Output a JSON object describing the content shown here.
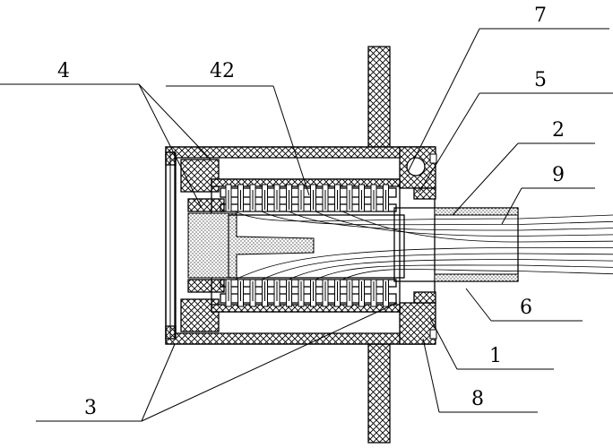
{
  "diagram": {
    "callouts": [
      {
        "id": "label-7",
        "text": "7"
      },
      {
        "id": "label-4",
        "text": "4"
      },
      {
        "id": "label-42",
        "text": "42"
      },
      {
        "id": "label-5",
        "text": "5"
      },
      {
        "id": "label-2",
        "text": "2"
      },
      {
        "id": "label-9",
        "text": "9"
      },
      {
        "id": "label-6",
        "text": "6"
      },
      {
        "id": "label-1",
        "text": "1"
      },
      {
        "id": "label-8",
        "text": "8"
      },
      {
        "id": "label-3",
        "text": "3"
      }
    ]
  }
}
